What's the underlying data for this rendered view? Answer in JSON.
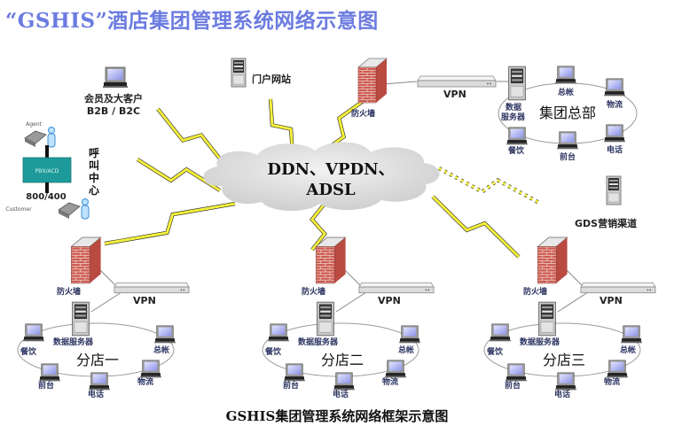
{
  "title": "“GSHIS”酒店集团管理系统网络示意图",
  "caption": "GSHIS集团管理系统网络框架示意图",
  "colors": {
    "title": "#6b7be0",
    "lightning": "#f5f03a",
    "brick": "#c8524a",
    "pbx": "#1e9a9a",
    "cloud": "#d9d9d9"
  },
  "cloud": {
    "line1": "DDN、VPDN、",
    "line2": "ADSL",
    "icon": "cloud-icon"
  },
  "members": {
    "line1": "会员及大客户",
    "line2": "B2B / B2C",
    "icon": "laptop-icon"
  },
  "portal": {
    "label": "门户网站",
    "icon": "server-icon"
  },
  "gds": {
    "label": "GDS营销渠道",
    "icon": "server-icon"
  },
  "call_center": {
    "agent_label": "Agent",
    "pbx_label": "PBX/ACD",
    "number_label": "800/400",
    "customer_label": "Customer",
    "title": [
      "呼",
      "叫",
      "中",
      "心"
    ],
    "icons": [
      "phone-icon",
      "person-icon"
    ]
  },
  "hq": {
    "firewall_label": "防火墙",
    "vpn_label": "VPN",
    "name": "集团总部",
    "server_label_1": "数据",
    "server_label_2": "服务器",
    "nodes": [
      "总帐",
      "物流",
      "电话",
      "前台",
      "餐饮"
    ]
  },
  "branches": [
    {
      "name": "分店一",
      "firewall_label": "防火墙",
      "vpn_label": "VPN",
      "server_label": "数据服务器",
      "nodes": [
        "餐饮",
        "前台",
        "电话",
        "物流",
        "总帐"
      ]
    },
    {
      "name": "分店二",
      "firewall_label": "防火墙",
      "vpn_label": "VPN",
      "server_label": "数据服务器",
      "nodes": [
        "餐饮",
        "前台",
        "电话",
        "物流",
        "总帐"
      ]
    },
    {
      "name": "分店三",
      "firewall_label": "防火墙",
      "vpn_label": "VPN",
      "server_label": "数据服务器",
      "nodes": [
        "餐饮",
        "前台",
        "电话",
        "物流",
        "总帐"
      ]
    }
  ]
}
